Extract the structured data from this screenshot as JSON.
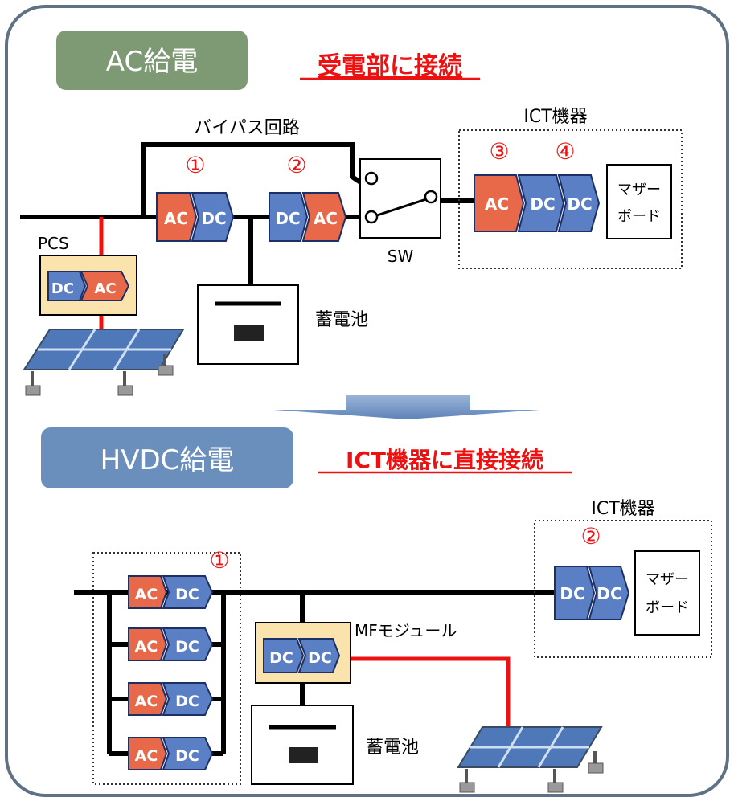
{
  "top": {
    "title": "AC給電",
    "subtitle": "受電部に接続",
    "bypass_label": "バイパス回路",
    "ict_label": "ICT機器",
    "pcs_label": "PCS",
    "sw_label": "SW",
    "battery_label": "蓄電池",
    "motherboard_line1": "マザー",
    "motherboard_line2": "ボード",
    "numbers": [
      "①",
      "②",
      "③",
      "④"
    ],
    "converters": {
      "c1": [
        "AC",
        "DC"
      ],
      "c2": [
        "DC",
        "AC"
      ],
      "pcs": [
        "DC",
        "AC"
      ],
      "ict": [
        "AC",
        "DC",
        "DC"
      ]
    }
  },
  "bottom": {
    "title": "HVDC給電",
    "subtitle": "ICT機器に直接接続",
    "ict_label": "ICT機器",
    "mf_label": "MFモジュール",
    "battery_label": "蓄電池",
    "motherboard_line1": "マザー",
    "motherboard_line2": "ボード",
    "numbers": [
      "①",
      "②"
    ],
    "converters": {
      "rect": [
        "AC",
        "DC"
      ],
      "mf": [
        "DC",
        "DC"
      ],
      "ict": [
        "DC",
        "DC"
      ]
    }
  },
  "colors": {
    "ac": "#e8694a",
    "dc": "#5b7fc4",
    "border": "#5f7184",
    "title_top": "#7d9a74",
    "title_bottom": "#6a8fbd",
    "accent_red": "#ee1111",
    "pcs_fill": "#fbe3ad",
    "solar": "#4f78b8"
  }
}
